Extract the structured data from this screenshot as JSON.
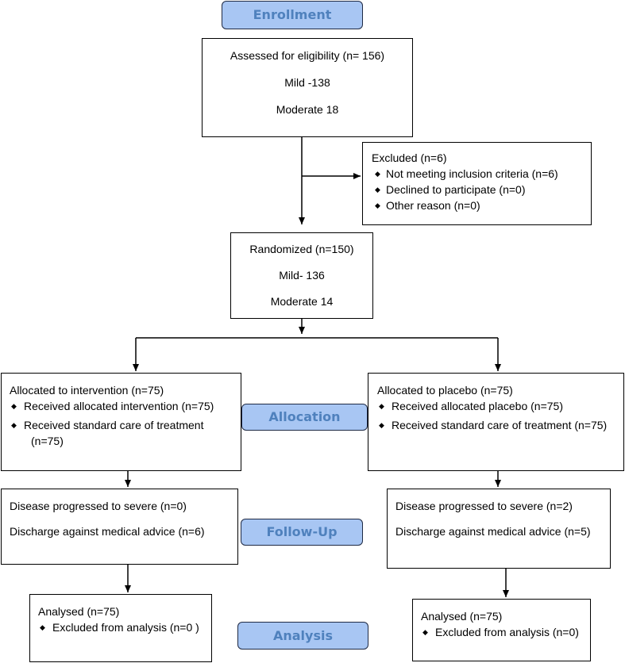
{
  "stages": {
    "enrollment": "Enrollment",
    "allocation": "Allocation",
    "followup": "Follow-Up",
    "analysis": "Analysis"
  },
  "assessed": {
    "title": "Assessed for eligibility (n= 156)",
    "mild": "Mild -138",
    "moderate": "Moderate 18"
  },
  "excluded": {
    "title": "Excluded (n=6)",
    "items": [
      "Not meeting inclusion criteria (n=6)",
      "Declined to participate (n=0)",
      "Other reason (n=0)"
    ]
  },
  "randomized": {
    "title": "Randomized (n=150)",
    "mild": "Mild- 136",
    "moderate": "Moderate 14"
  },
  "alloc_left": {
    "title": "Allocated to intervention (n=75)",
    "item1": "Received allocated intervention (n=75)",
    "item2": "Received standard care of treatment",
    "item2_cont": "(n=75)"
  },
  "alloc_right": {
    "title": "Allocated to placebo (n=75)",
    "item1": "Received allocated placebo (n=75)",
    "item2": "Received standard care of treatment (n=75)"
  },
  "follow_left": {
    "line1": "Disease progressed to severe (n=0)",
    "line2": "Discharge against medical advice (n=6)"
  },
  "follow_right": {
    "line1": "Disease progressed to severe (n=2)",
    "line2": "Discharge against medical advice (n=5)"
  },
  "analysis_left": {
    "title": "Analysed  (n=75)",
    "item1": "Excluded from analysis (n=0 )"
  },
  "analysis_right": {
    "title": "Analysed  (n=75)",
    "item1": "Excluded from analysis (n=0)"
  },
  "bullet_glyph": "◆"
}
